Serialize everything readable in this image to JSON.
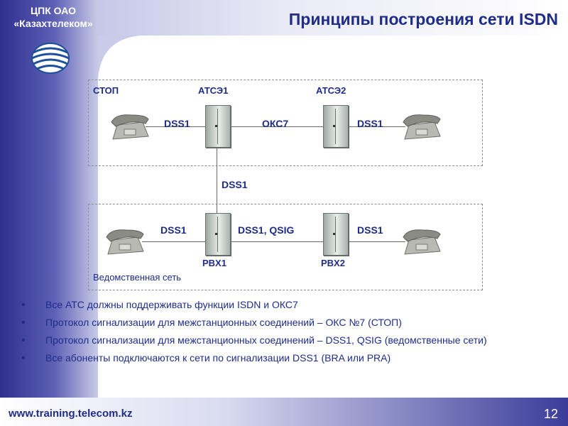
{
  "header": {
    "org_line1": "ЦПК ОАО",
    "org_line2": "«Казахтелеком»",
    "title": "Принципы построения сети ISDN"
  },
  "logo": {
    "icon": "globe-logo-icon",
    "color": "#1e4f9a"
  },
  "diagram": {
    "public_network": {
      "label": "СТОП",
      "exchange1": "АТСЭ1",
      "exchange2": "АТСЭ2",
      "link_left": "DSS1",
      "link_middle": "ОКС7",
      "link_right": "DSS1"
    },
    "vertical_link": "DSS1",
    "private_network": {
      "label": "Ведомственная сеть",
      "pbx1": "PBX1",
      "pbx2": "PBX2",
      "link_left": "DSS1",
      "link_middle": "DSS1, QSIG",
      "link_right": "DSS1"
    }
  },
  "bullets": [
    "Все АТС должны поддерживать функции ISDN и ОКС7",
    "Протокол сигнализации для межстанционных соединений – ОКС №7 (СТОП)",
    "Протокол сигнализации для межстанционных соединений – DSS1, QSIG (ведомственные сети)",
    "Все абоненты подключаются к сети по сигнализации DSS1 (BRA или PRA)"
  ],
  "footer": {
    "site": "www.training.telecom.kz",
    "page": "12"
  },
  "colors": {
    "sidebar": "#2e2f8f",
    "title_text": "#1f2d8a",
    "footer_right": "#3a3c9a"
  }
}
